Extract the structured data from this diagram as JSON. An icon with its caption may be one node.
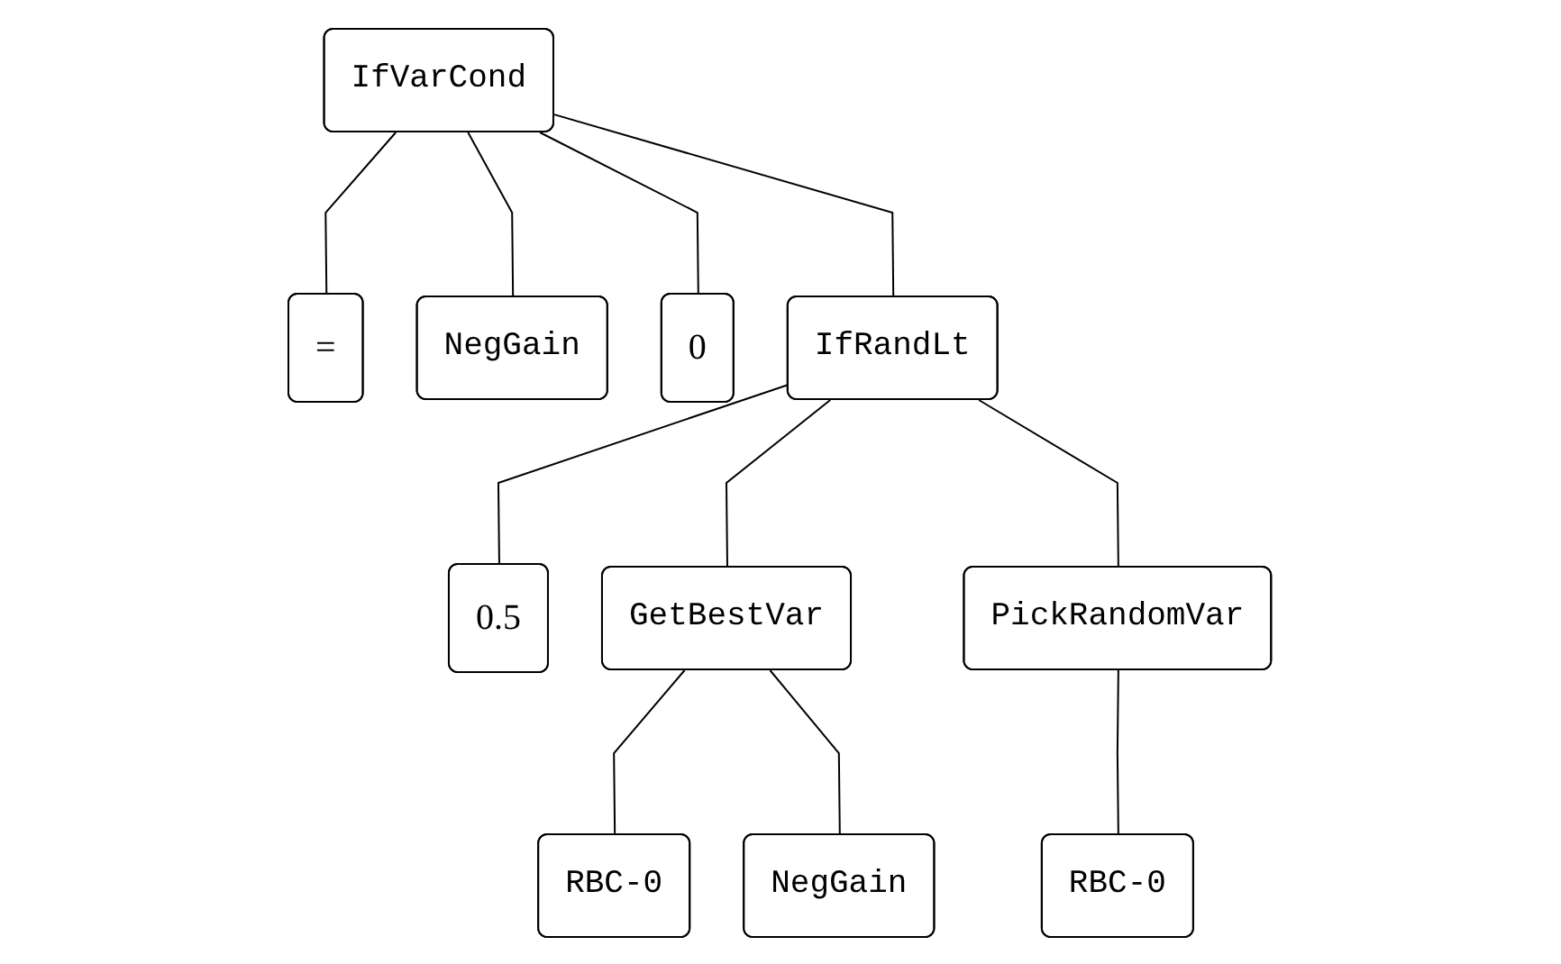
{
  "diagram": {
    "nodes": [
      {
        "text": [
          "IfVarCond"
        ]
      },
      {
        "text": [
          "="
        ]
      },
      {
        "text": [
          "NegGain"
        ]
      },
      {
        "text": [
          "0"
        ]
      },
      {
        "text": [
          "IfRandLt"
        ]
      },
      {
        "text": [
          "0.5"
        ]
      },
      {
        "text": [
          "GetBestVar"
        ]
      },
      {
        "text": [
          "PickRandomVar"
        ]
      },
      {
        "text": [
          "RBC-0"
        ]
      },
      {
        "text": [
          "NegGain"
        ]
      },
      {
        "text": [
          "RBC-0"
        ]
      }
    ],
    "edges": [
      {
        "from": 0,
        "to": 1,
        "arrow": "none"
      },
      {
        "from": 0,
        "to": 2,
        "arrow": "none"
      },
      {
        "from": 0,
        "to": 3,
        "arrow": "none"
      },
      {
        "from": 0,
        "to": 4,
        "arrow": "none"
      },
      {
        "from": 4,
        "to": 5,
        "arrow": "none"
      },
      {
        "from": 4,
        "to": 6,
        "arrow": "none"
      },
      {
        "from": 4,
        "to": 7,
        "arrow": "none"
      },
      {
        "from": 6,
        "to": 8,
        "arrow": "none"
      },
      {
        "from": 6,
        "to": 9,
        "arrow": "none"
      },
      {
        "from": 7,
        "to": 10,
        "arrow": "none"
      }
    ]
  }
}
